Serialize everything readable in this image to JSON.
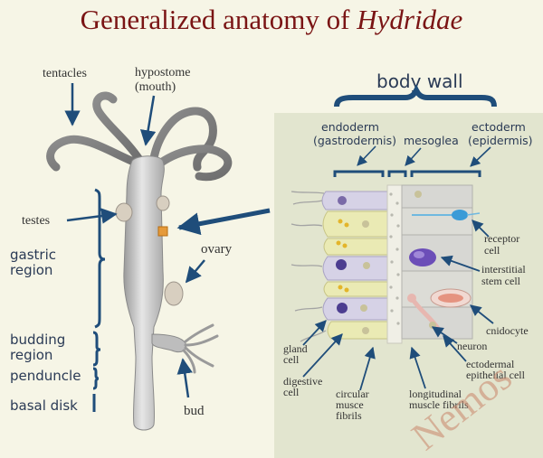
{
  "title": {
    "prefix": "Generalized anatomy of ",
    "taxon": "Hydridae"
  },
  "labels": {
    "tentacles": "tentacles",
    "hypostome": "hypostome",
    "mouth": "(mouth)",
    "testes": "testes",
    "gastric_1": "gastric",
    "gastric_2": "region",
    "ovary": "ovary",
    "budding_1": "budding",
    "budding_2": "region",
    "penduncle": "penduncle",
    "basal_disk": "basal disk",
    "bud": "bud",
    "body_wall": "body wall",
    "endoderm_1": "endoderm",
    "endoderm_2": "(gastrodermis)",
    "mesoglea": "mesoglea",
    "ectoderm_1": "ectoderm",
    "ectoderm_2": "(epidermis)",
    "receptor_1": "receptor",
    "receptor_2": "cell",
    "interstitial_1": "interstitial",
    "interstitial_2": "stem cell",
    "cnidocyte": "cnidocyte",
    "neuron": "neuron",
    "ecto_epi_1": "ectodermal",
    "ecto_epi_2": "epithelial cell",
    "gland_1": "gland",
    "gland_2": "cell",
    "digestive_1": "digestive",
    "digestive_2": "cell",
    "circular_1": "circular",
    "circular_2": "musce",
    "circular_3": "fibrils",
    "longitudinal_1": "longitudinal",
    "longitudinal_2": "muscle fibrils"
  },
  "watermark": "Nemos",
  "colors": {
    "title": "#7a1414",
    "brace": "#1f4d7a",
    "arrow": "#1f4d7a",
    "body": "#c9c9c9",
    "panel": "#e3e6cf",
    "watermark": "#c9856a"
  }
}
